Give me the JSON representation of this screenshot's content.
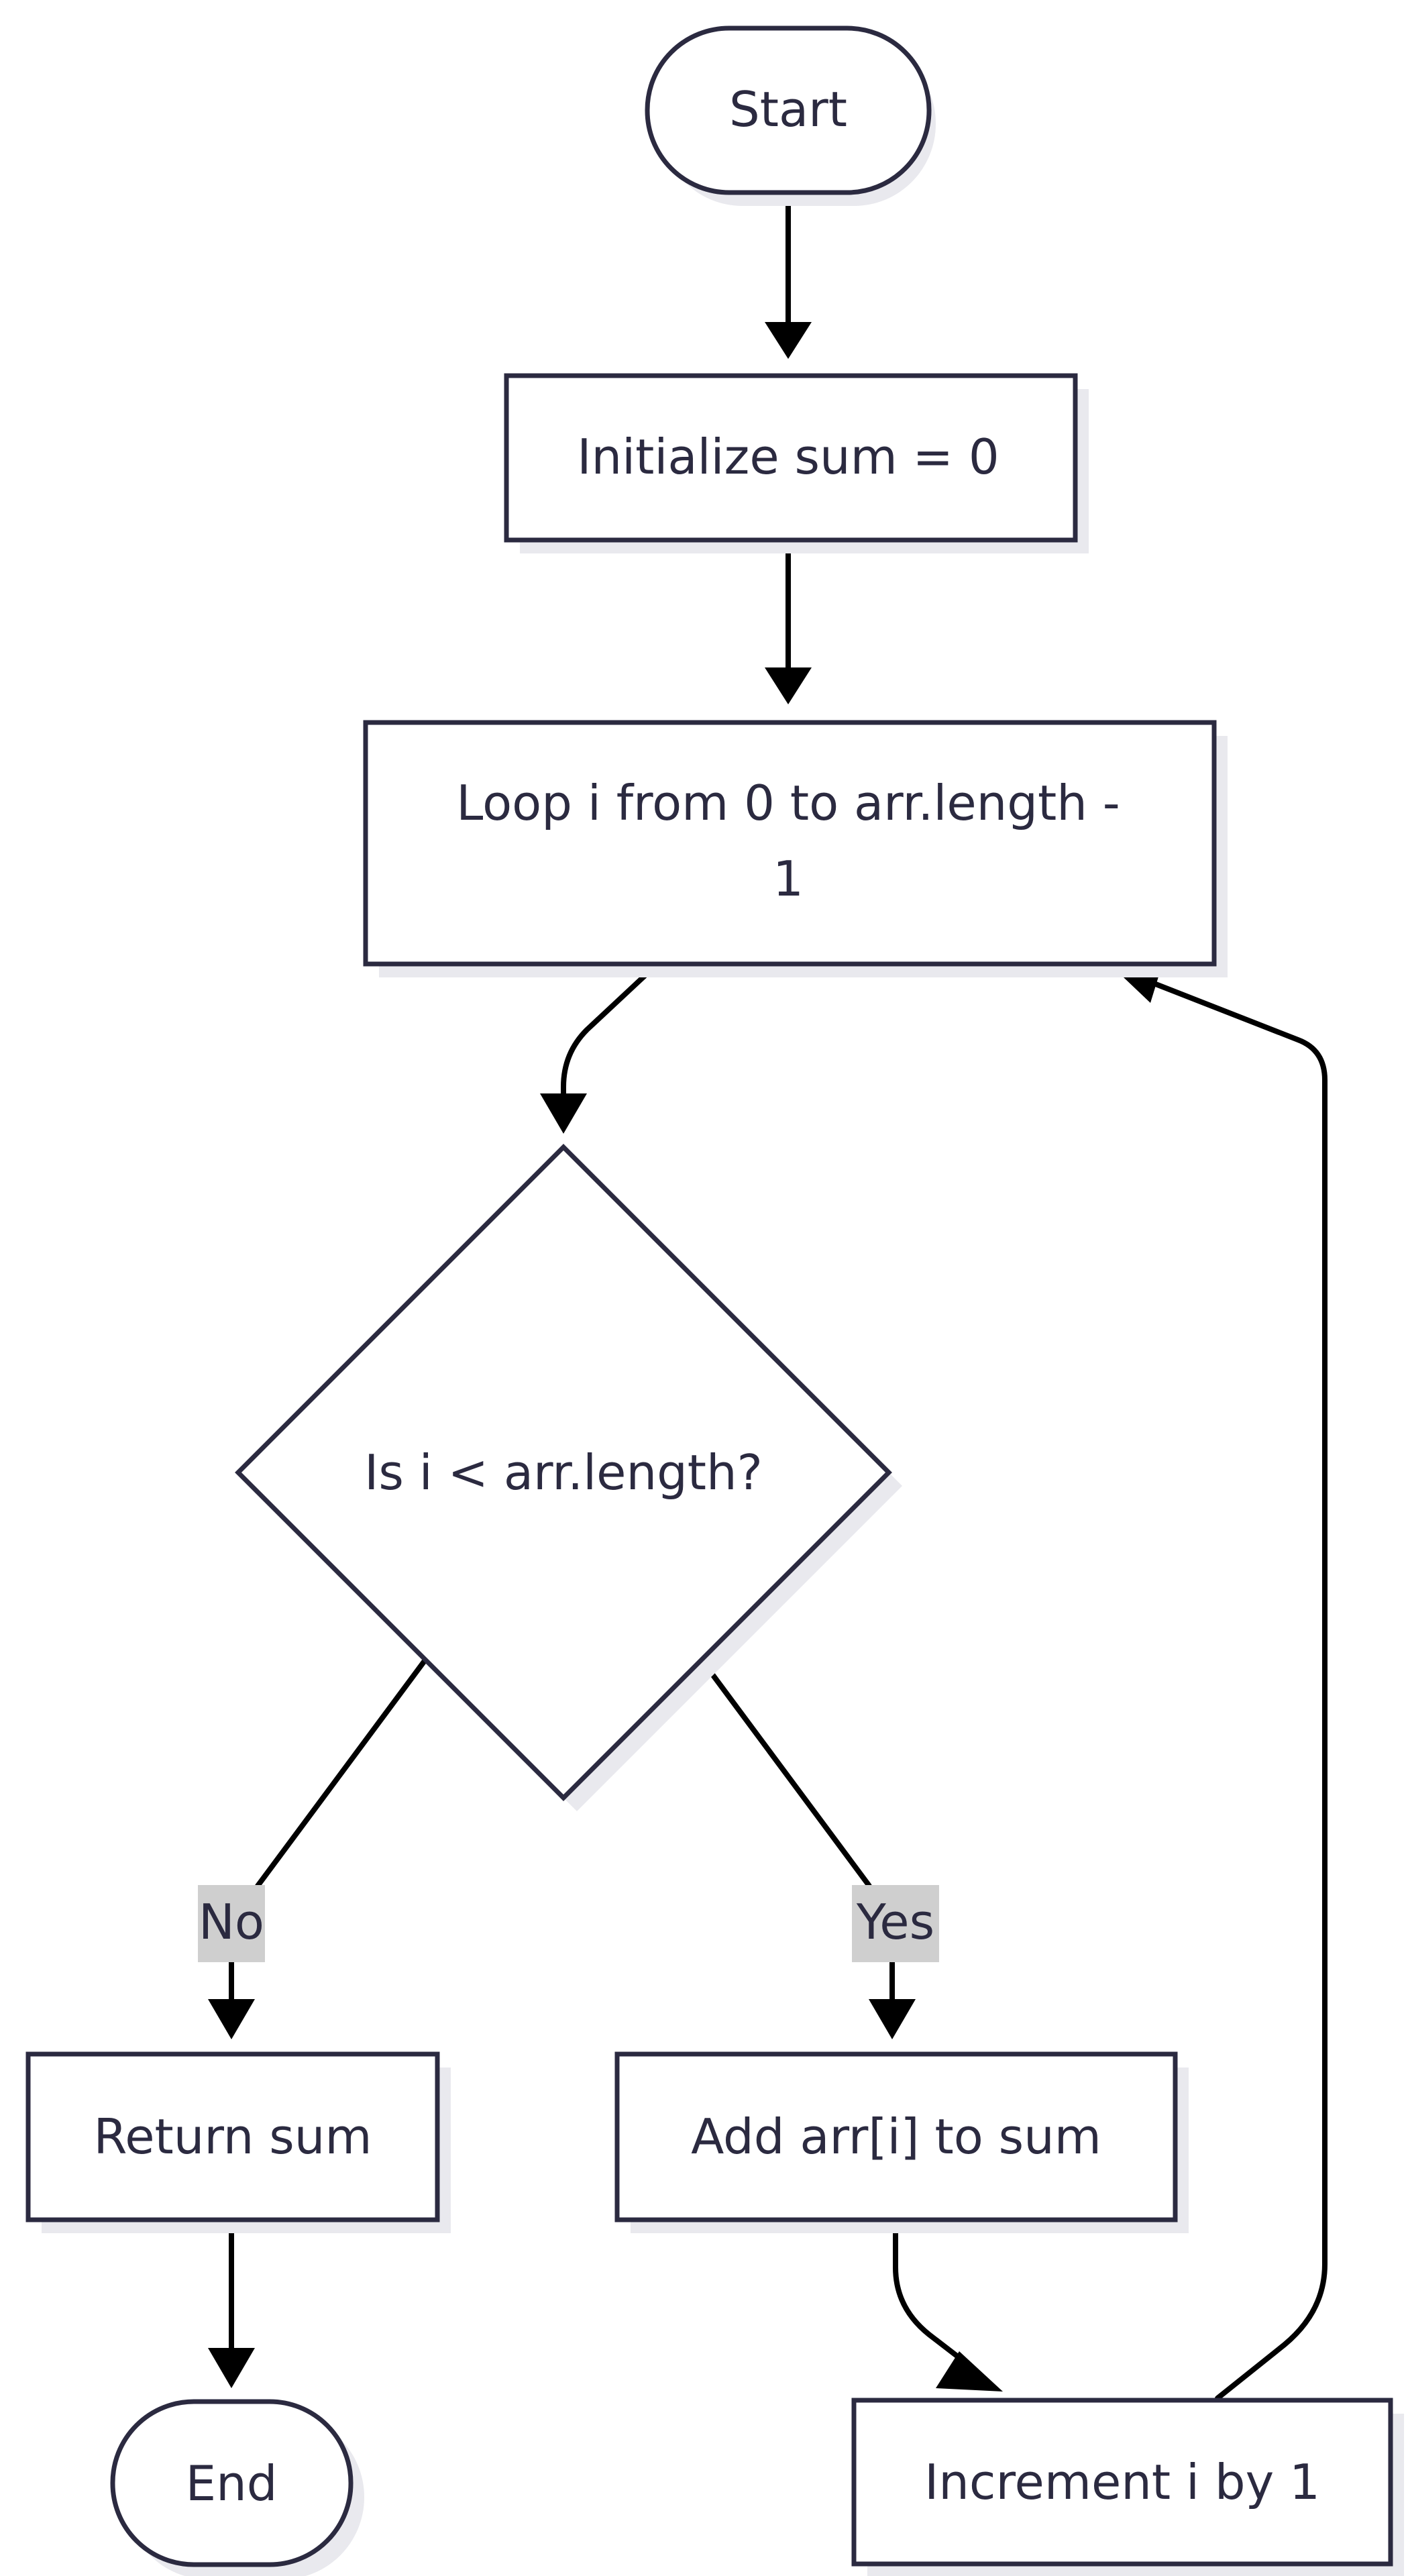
{
  "nodes": {
    "start": "Start",
    "init": "Initialize sum = 0",
    "loop_line1": "Loop i from 0 to arr.length -",
    "loop_line2": "1",
    "decision": "Is i < arr.length?",
    "return": "Return sum",
    "add": "Add arr[i] to sum",
    "end": "End",
    "increment": "Increment i by 1"
  },
  "edges": {
    "no_label": "No",
    "yes_label": "Yes"
  },
  "colors": {
    "node_stroke": "#2b2a40",
    "edge_stroke": "#000000",
    "label_background": "#cfcfcf"
  }
}
